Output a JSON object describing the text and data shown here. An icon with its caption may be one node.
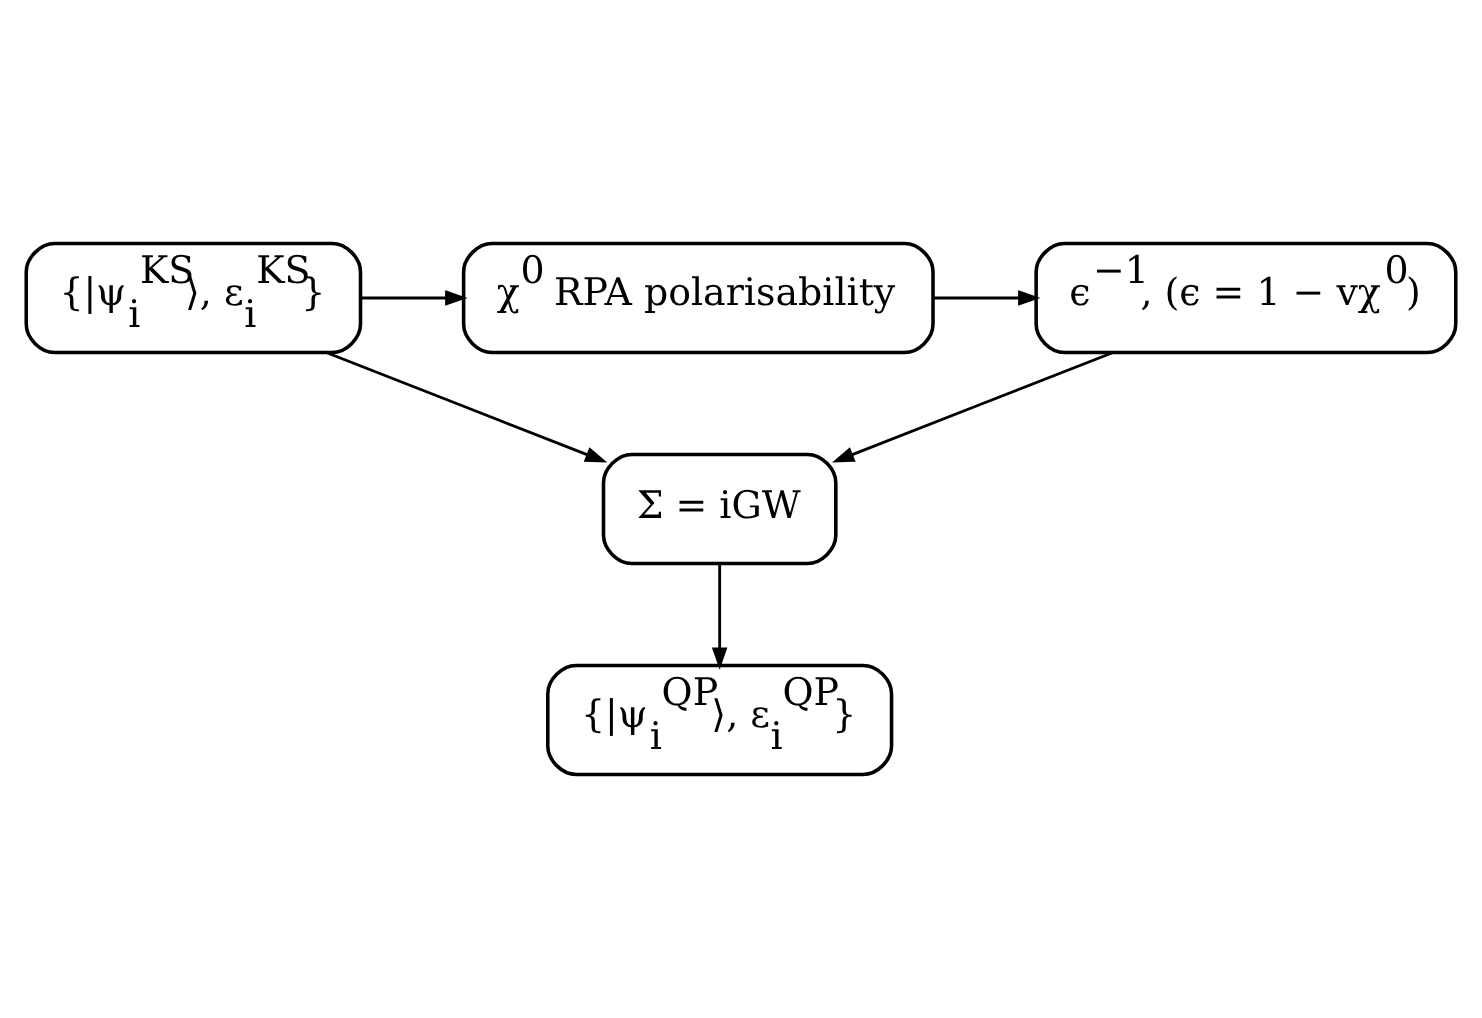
{
  "diagram": {
    "nodes": [
      {
        "text": [
          "{|ψ$_{i}$$^{KS}$⟩, ε$_{i}$$^{KS}$}"
        ]
      },
      {
        "text": [
          "χ$^{0}$ RPA polarisability"
        ]
      },
      {
        "text": [
          "ϵ$^{−1}$, (ϵ = 1 − vχ$^{0}$)"
        ]
      },
      {
        "text": [
          "Σ = iGW"
        ]
      },
      {
        "text": [
          "{|ψ$_{i}$$^{QP}$⟩, ε$_{i}$$^{QP}$}"
        ]
      }
    ],
    "edges": [
      {
        "from": 0,
        "to": 1,
        "arrow": "to"
      },
      {
        "from": 1,
        "to": 2,
        "arrow": "to"
      },
      {
        "from": 0,
        "to": 3,
        "arrow": "to"
      },
      {
        "from": 2,
        "to": 3,
        "arrow": "to"
      },
      {
        "from": 3,
        "to": 4,
        "arrow": "to"
      }
    ]
  }
}
